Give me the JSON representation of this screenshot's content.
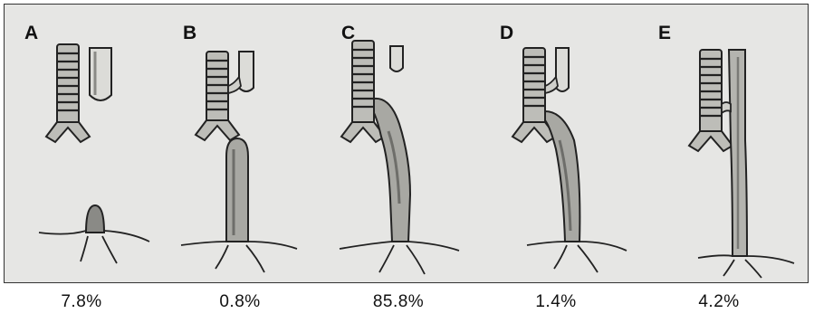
{
  "panels": [
    {
      "letter": "A",
      "percent": "7.8%",
      "type": "pure-esophageal-atresia"
    },
    {
      "letter": "B",
      "percent": "0.8%",
      "type": "proximal-fistula"
    },
    {
      "letter": "C",
      "percent": "85.8%",
      "type": "distal-fistula"
    },
    {
      "letter": "D",
      "percent": "1.4%",
      "type": "double-fistula"
    },
    {
      "letter": "E",
      "percent": "4.2%",
      "type": "h-type-fistula"
    }
  ],
  "colors": {
    "background": "#e6e6e4",
    "ink": "#222222",
    "shade": "#8a8a86",
    "frame": "#333333"
  }
}
